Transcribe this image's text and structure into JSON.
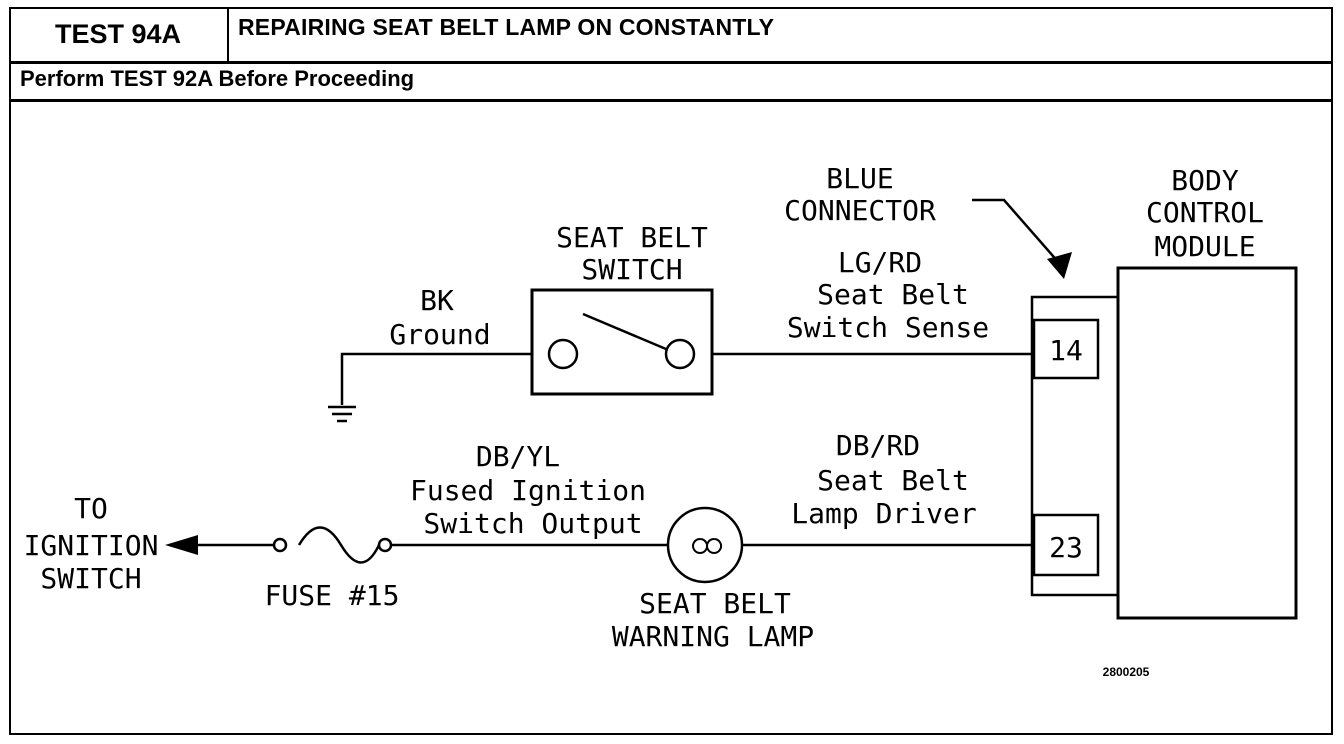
{
  "header": {
    "test_id": "TEST 94A",
    "title": "REPAIRING SEAT BELT LAMP ON CONSTANTLY",
    "subtitle": "Perform TEST 92A Before Proceeding"
  },
  "diagram": {
    "blue_connector": [
      "BLUE",
      "CONNECTOR"
    ],
    "body_control_module": [
      "BODY",
      "CONTROL",
      "MODULE"
    ],
    "seat_belt_switch": [
      "SEAT BELT",
      "SWITCH"
    ],
    "bk_ground": [
      "BK",
      "Ground"
    ],
    "lg_rd_wire": [
      "LG/RD",
      "Seat Belt",
      "Switch Sense"
    ],
    "pin_14": "14",
    "pin_23": "23",
    "db_yl_wire": [
      "DB/YL",
      "Fused Ignition",
      "Switch Output"
    ],
    "db_rd_wire": [
      "DB/RD",
      "Seat Belt",
      "Lamp Driver"
    ],
    "to_ignition": [
      "TO",
      "IGNITION",
      "SWITCH"
    ],
    "fuse": "FUSE #15",
    "warning_lamp": [
      "SEAT BELT",
      "WARNING LAMP"
    ],
    "figure_code": "2800205"
  }
}
